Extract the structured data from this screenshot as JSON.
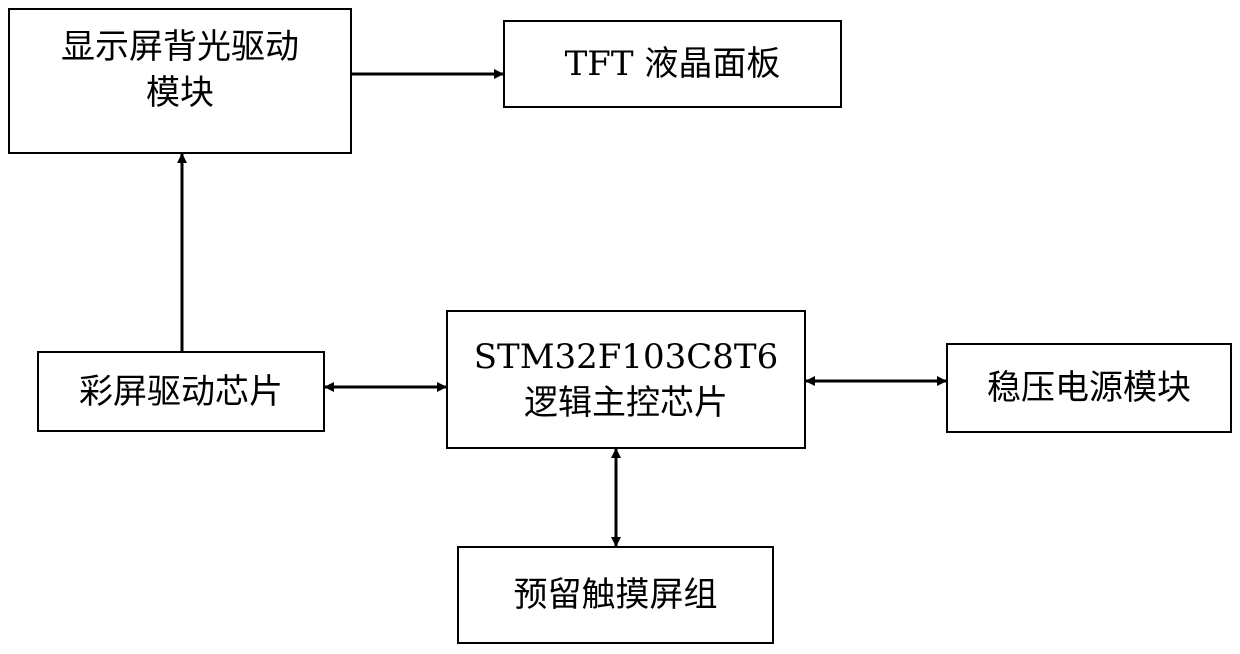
{
  "blocks": {
    "backlight": {
      "line1": "显示屏背光驱动",
      "line2": "模块"
    },
    "tft": {
      "label": "TFT 液晶面板"
    },
    "color_driver": {
      "label": "彩屏驱动芯片"
    },
    "mcu": {
      "line1": "STM32F103C8T6",
      "line2": "逻辑主控芯片"
    },
    "power": {
      "label": "稳压电源模块"
    },
    "touch": {
      "label": "预留触摸屏组"
    }
  },
  "connections": [
    {
      "from": "backlight",
      "to": "tft",
      "direction": "one-way"
    },
    {
      "from": "color_driver",
      "to": "backlight",
      "direction": "one-way"
    },
    {
      "from": "color_driver",
      "to": "mcu",
      "direction": "two-way"
    },
    {
      "from": "mcu",
      "to": "power",
      "direction": "two-way"
    },
    {
      "from": "mcu",
      "to": "touch",
      "direction": "two-way"
    }
  ],
  "colors": {
    "stroke": "#000000",
    "background": "#ffffff"
  }
}
